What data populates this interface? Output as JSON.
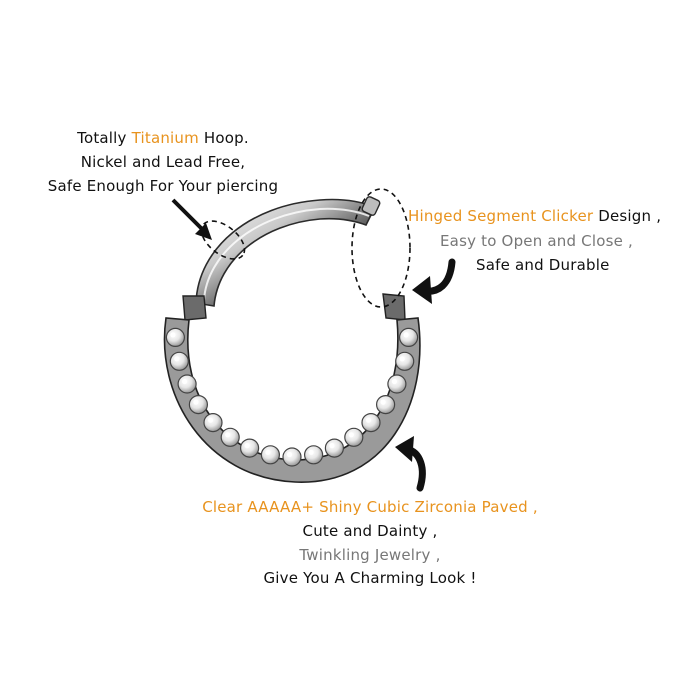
{
  "callouts": {
    "titanium": {
      "line1_prefix": "Totally ",
      "line1_highlight": "Titanium",
      "line1_suffix": " Hoop.",
      "line2": "Nickel and Lead Free,",
      "line3": "Safe Enough For Your piercing"
    },
    "hinged": {
      "line1_highlight": "Hinged Segment Clicker",
      "line1_suffix": " Design ,",
      "line2": "Easy to Open and Close ,",
      "line3": "Safe and Durable"
    },
    "zirconia": {
      "line1": "Clear AAAAA+ Shiny Cubic Zirconia Paved ,",
      "line2": "Cute and Dainty ,",
      "line3": "Twinkling Jewelry ,",
      "line4": "Give You A Charming Look !"
    }
  },
  "colors": {
    "highlight": "#e8931e",
    "muted": "#777777",
    "text": "#111111",
    "metal": "#8a8a8a"
  }
}
